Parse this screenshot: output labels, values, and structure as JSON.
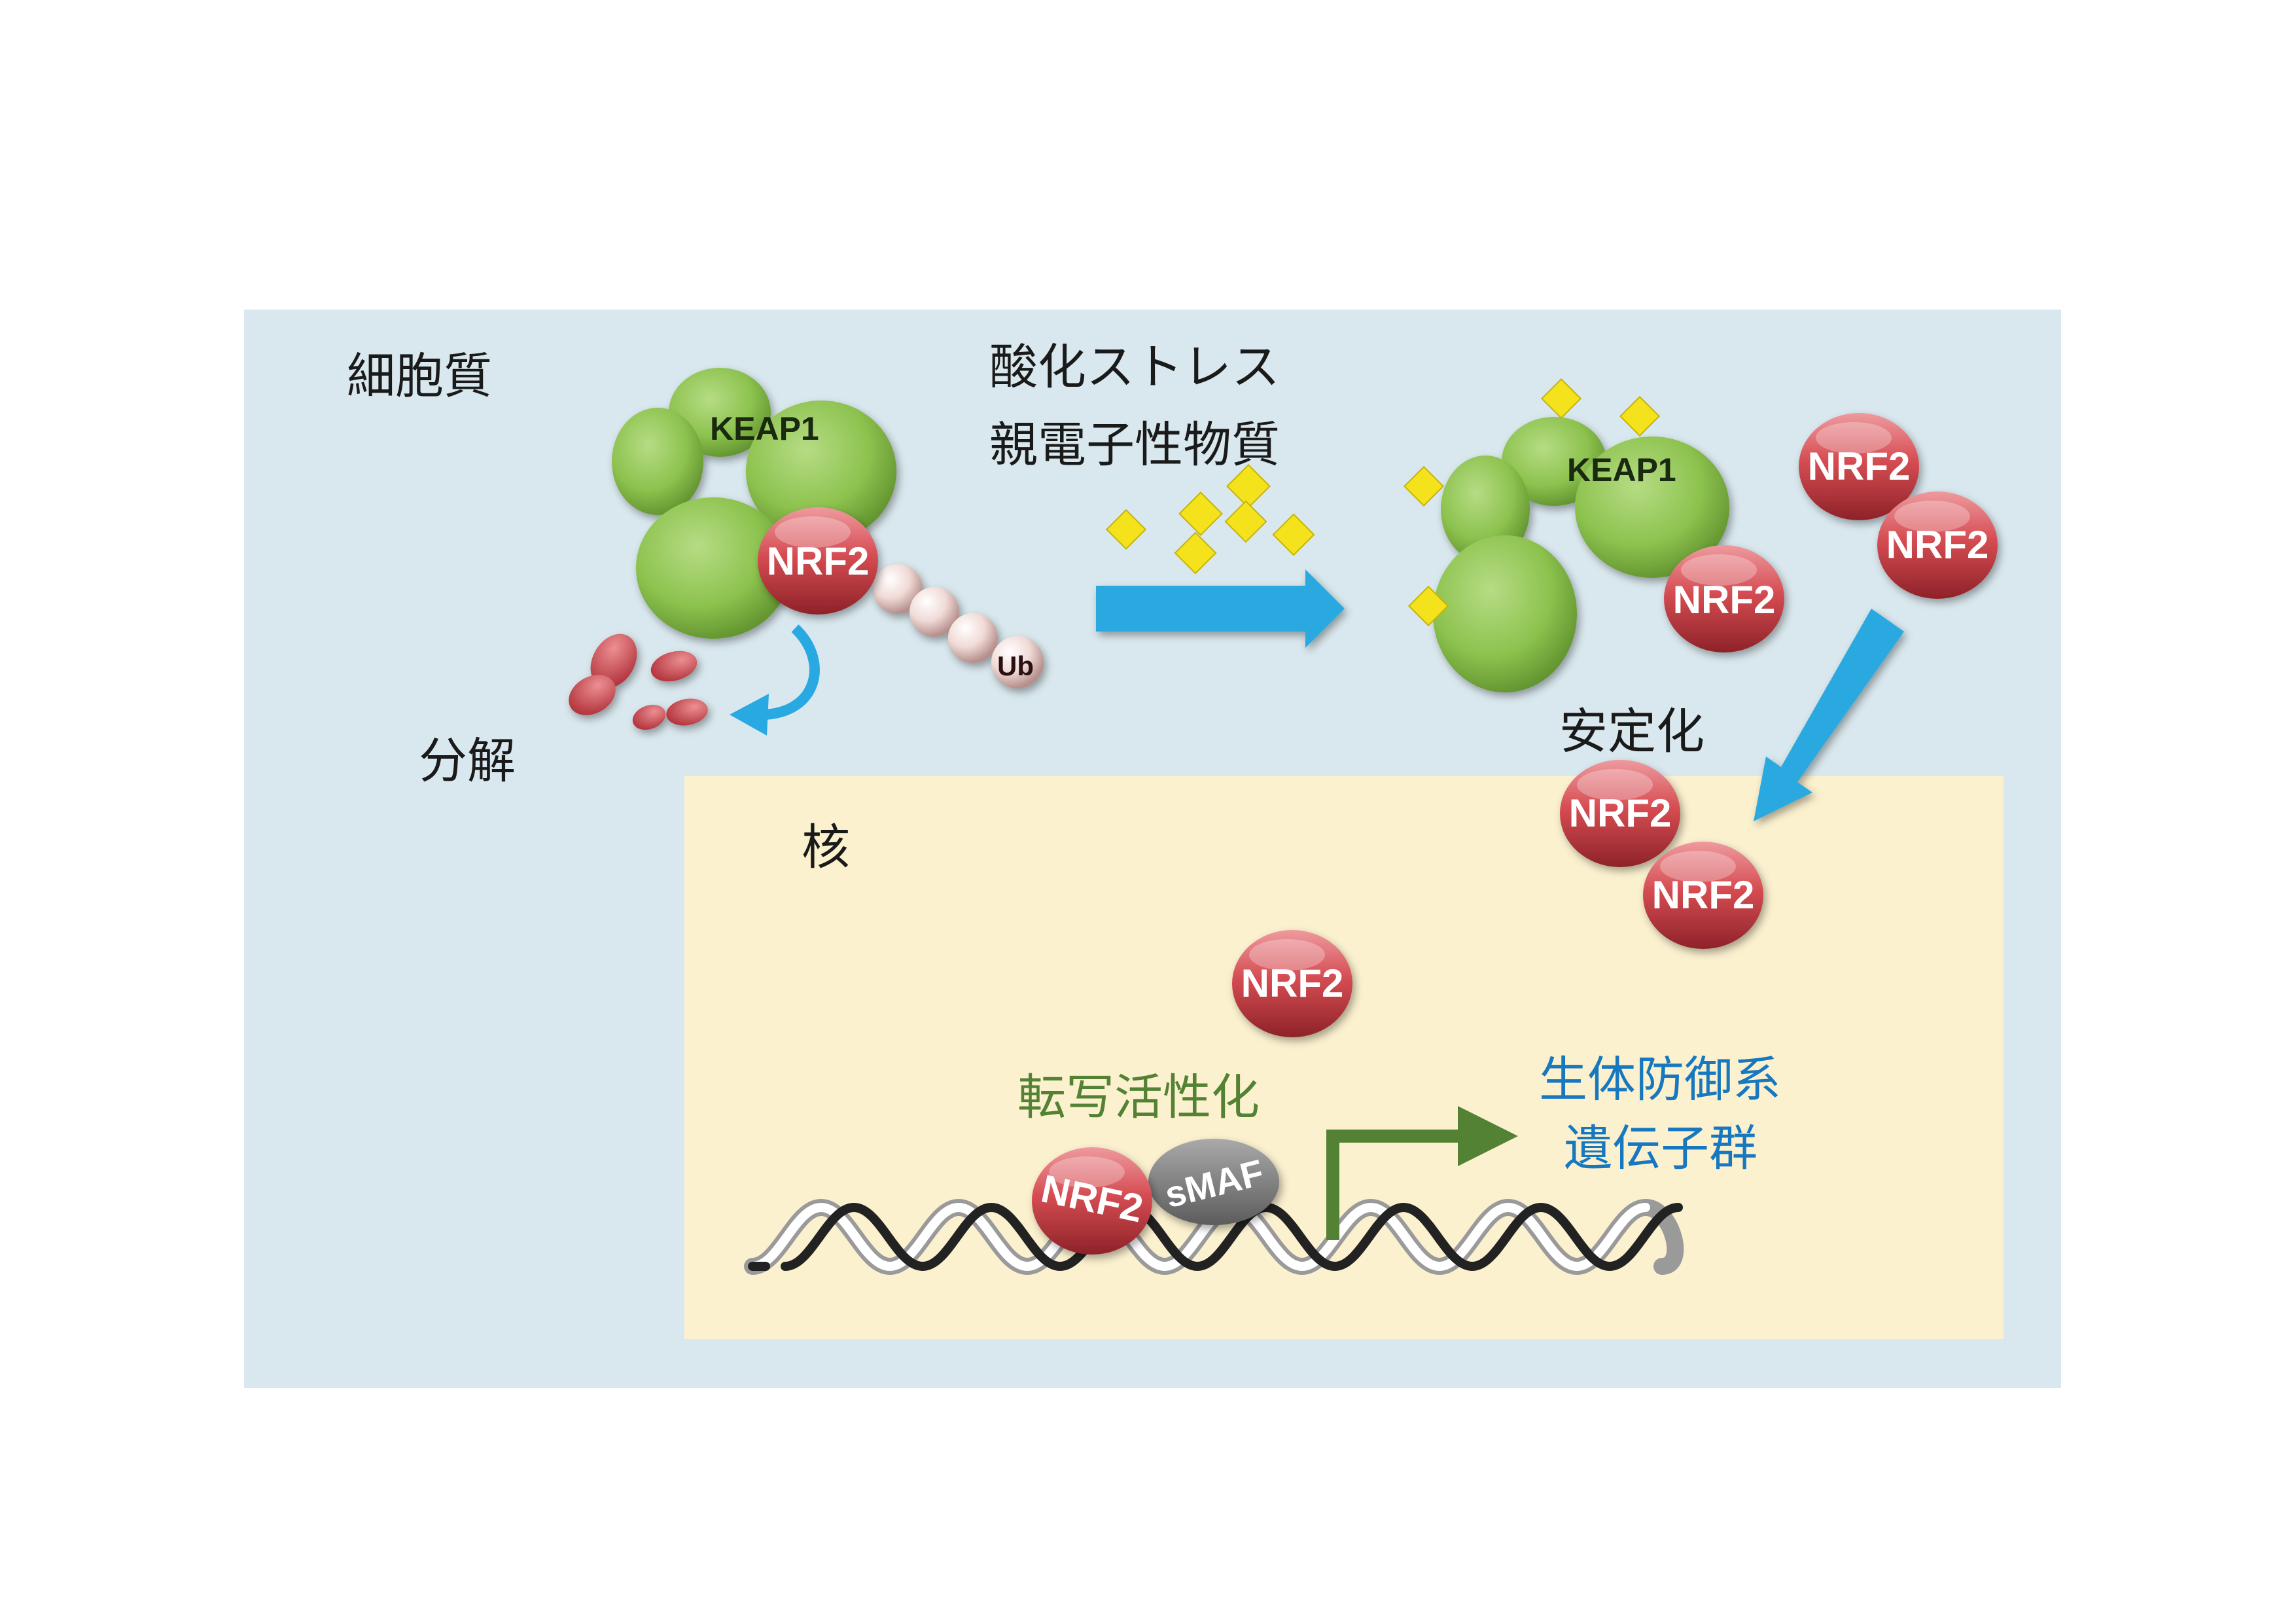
{
  "colors": {
    "cytoplasm": "#d9e8ee",
    "nucleus": "#fbf1cf",
    "keap1_green": "#8cc24e",
    "nrf2_red": "#d54c52",
    "ub_pink": "#f0dad6",
    "electrophile_yellow": "#f3e21c",
    "arrow_blue": "#29a9e1",
    "activation_green": "#548234",
    "gene_blue": "#1878bf",
    "smaf_gray": "#7a7a7a"
  },
  "labels": {
    "cytoplasm": "細胞質",
    "nucleus": "核",
    "degradation": "分解",
    "stress_line1": "酸化ストレス",
    "stress_line2": "親電子性物質",
    "stabilization": "安定化",
    "transcription": "転写活性化",
    "genes_line1": "生体防御系",
    "genes_line2": "遺伝子群"
  },
  "molecules": {
    "keap1": "KEAP1",
    "nrf2": "NRF2",
    "ubiquitin": "Ub",
    "smaf": "sMAF"
  }
}
